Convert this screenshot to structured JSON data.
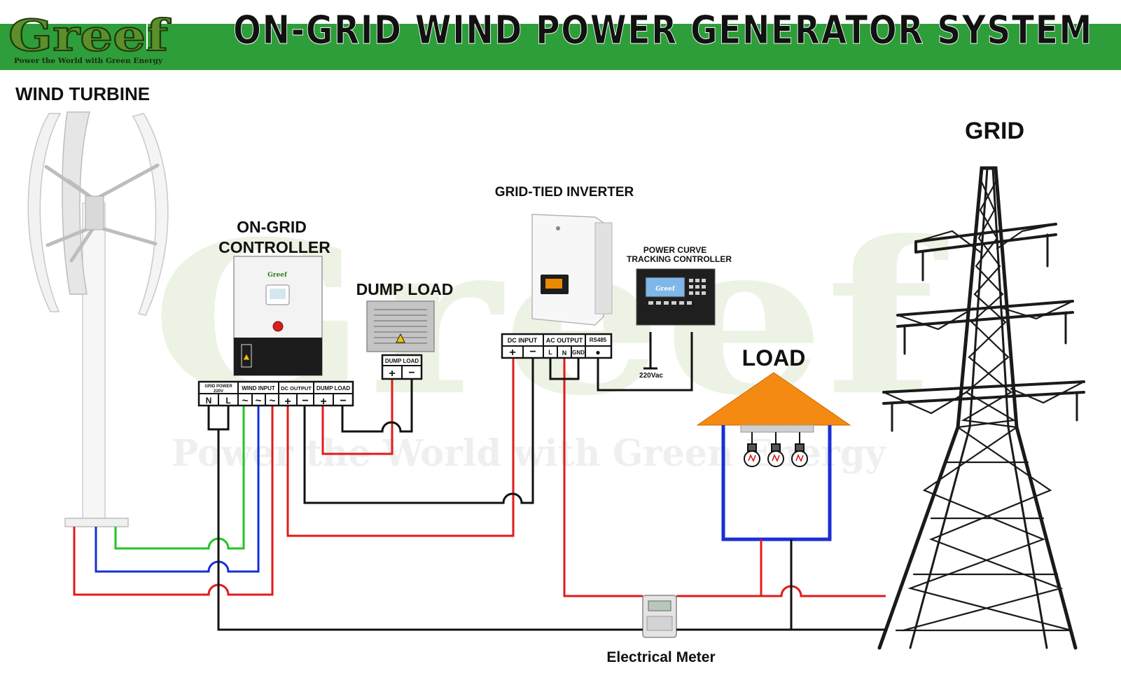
{
  "header": {
    "title": "ON-GRID  WIND POWER GENERATOR SYSTEM",
    "logo_text": "Greef",
    "logo_slogan": "Power the World with Green Energy",
    "band_color": "#2e9e3a"
  },
  "watermark": {
    "brand": "Greef",
    "slogan": "Power the World with Green Energy"
  },
  "labels": {
    "wind_turbine": "WIND TURBINE",
    "grid": "GRID",
    "controller_line1": "ON-GRID",
    "controller_line2": "CONTROLLER",
    "dump_load": "DUMP LOAD",
    "inverter": "GRID-TIED INVERTER",
    "pctc_line1": "POWER CURVE",
    "pctc_line2": "TRACKING CONTROLLER",
    "load": "LOAD",
    "meter": "Electrical Meter",
    "vac": "220Vac"
  },
  "controller_device": {
    "brand": "Greef"
  },
  "pctc_device": {
    "brand": "Greef"
  },
  "controller_terminals": {
    "groups": [
      "GRID POWER 220V",
      "WIND INPUT",
      "DC OUTPUT",
      "DUMP LOAD"
    ],
    "grid_power_line1": "GRID POWER",
    "grid_power_line2": "220V",
    "wind_input": "WIND INPUT",
    "dc_output": "DC OUTPUT",
    "dump_load": "DUMP LOAD",
    "n": "N",
    "l": "L",
    "ac": "~",
    "plus": "+",
    "minus": "−"
  },
  "dump_terminals": {
    "title": "DUMP LOAD",
    "plus": "+",
    "minus": "−"
  },
  "inverter_terminals": {
    "dc_input": "DC  INPUT",
    "ac_output": "AC OUTPUT",
    "rs485": "RS485",
    "plus": "+",
    "minus": "−",
    "l": "L",
    "n": "N",
    "gnd": "GND",
    "dot": "●"
  },
  "wire_colors": {
    "positive": "#e01b1b",
    "phase_a": "#22c422",
    "phase_b": "#1630d6",
    "neutral": "#111111",
    "load_frame": "#1a2fd6",
    "roof": "#f58a12"
  }
}
